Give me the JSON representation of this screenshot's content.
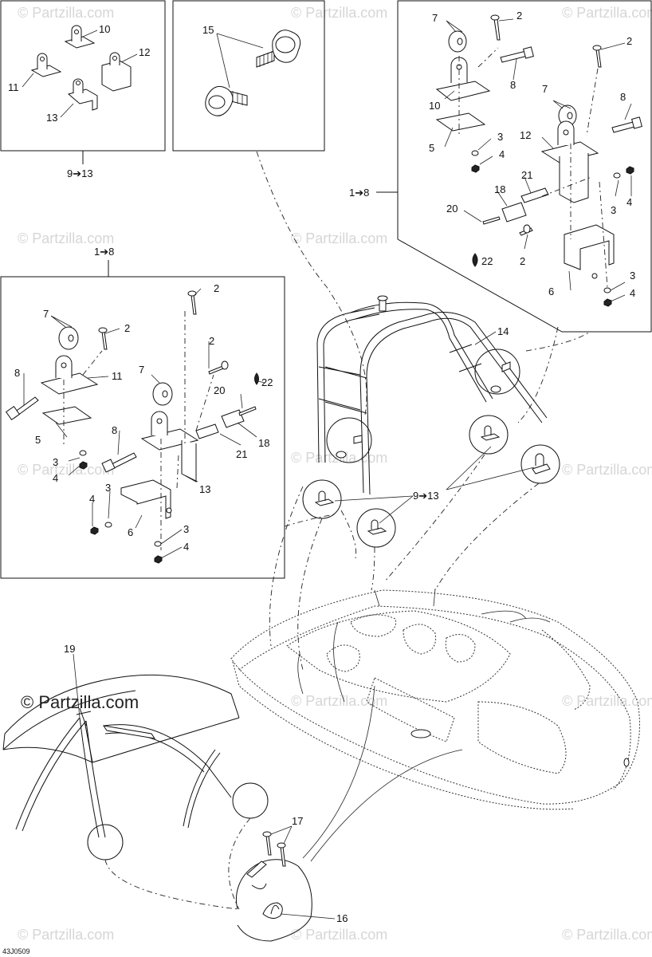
{
  "watermark": "© Partzilla.com",
  "diagram_code": "43J0509",
  "callouts": {
    "c1": "10",
    "c2": "12",
    "c3": "11",
    "c4": "13",
    "c5": "9➔13",
    "c6": "15",
    "c7": "7",
    "c8": "2",
    "c9": "2",
    "c10": "8",
    "c11": "10",
    "c12": "7",
    "c13": "8",
    "c14": "5",
    "c15": "12",
    "c16": "3",
    "c17": "4",
    "c18": "1➔8",
    "c19": "21",
    "c20": "18",
    "c21": "20",
    "c22": "3",
    "c23": "4",
    "c24": "22",
    "c25": "2",
    "c26": "6",
    "c27": "3",
    "c28": "4",
    "c29": "1➔8",
    "c30": "2",
    "c31": "7",
    "c32": "2",
    "c33": "8",
    "c34": "11",
    "c35": "2",
    "c36": "7",
    "c37": "20",
    "c38": "22",
    "c39": "5",
    "c40": "8",
    "c41": "18",
    "c42": "3",
    "c43": "4",
    "c44": "21",
    "c45": "13",
    "c46": "3",
    "c47": "4",
    "c48": "6",
    "c49": "3",
    "c50": "4",
    "c51": "14",
    "c52": "9➔13",
    "c53": "19",
    "c54": "17",
    "c55": "16"
  }
}
